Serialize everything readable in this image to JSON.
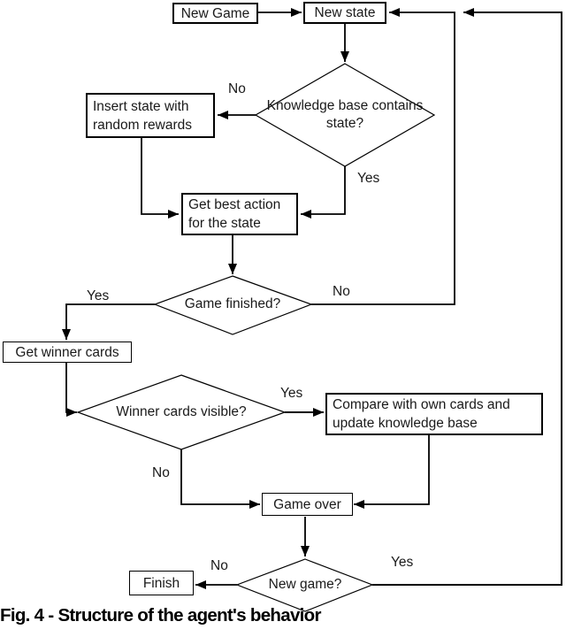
{
  "caption": "Fig. 4 - Structure of the agent's behavior",
  "colors": {
    "line": "#000000",
    "text": "#1a1a1a",
    "background": "#ffffff"
  },
  "nodes": {
    "new_game": {
      "label": "New Game"
    },
    "new_state": {
      "label": "New state"
    },
    "insert_state": {
      "label": "Insert state with random rewards"
    },
    "kb_contains": {
      "label": "Knowledge base contains state?"
    },
    "get_best_action": {
      "label": "Get best action for the state"
    },
    "game_finished": {
      "label": "Game finished?"
    },
    "get_winner_cards": {
      "label": "Get winner cards"
    },
    "winner_visible": {
      "label": "Winner cards visible?"
    },
    "compare_cards": {
      "label": "Compare with own cards and update knowledge base"
    },
    "game_over": {
      "label": "Game over"
    },
    "new_game_q": {
      "label": "New game?"
    },
    "finish": {
      "label": "Finish"
    }
  },
  "edge_labels": {
    "kb_no": "No",
    "kb_yes": "Yes",
    "finished_yes": "Yes",
    "finished_no": "No",
    "visible_yes": "Yes",
    "visible_no": "No",
    "newgame_no": "No",
    "newgame_yes": "Yes"
  }
}
